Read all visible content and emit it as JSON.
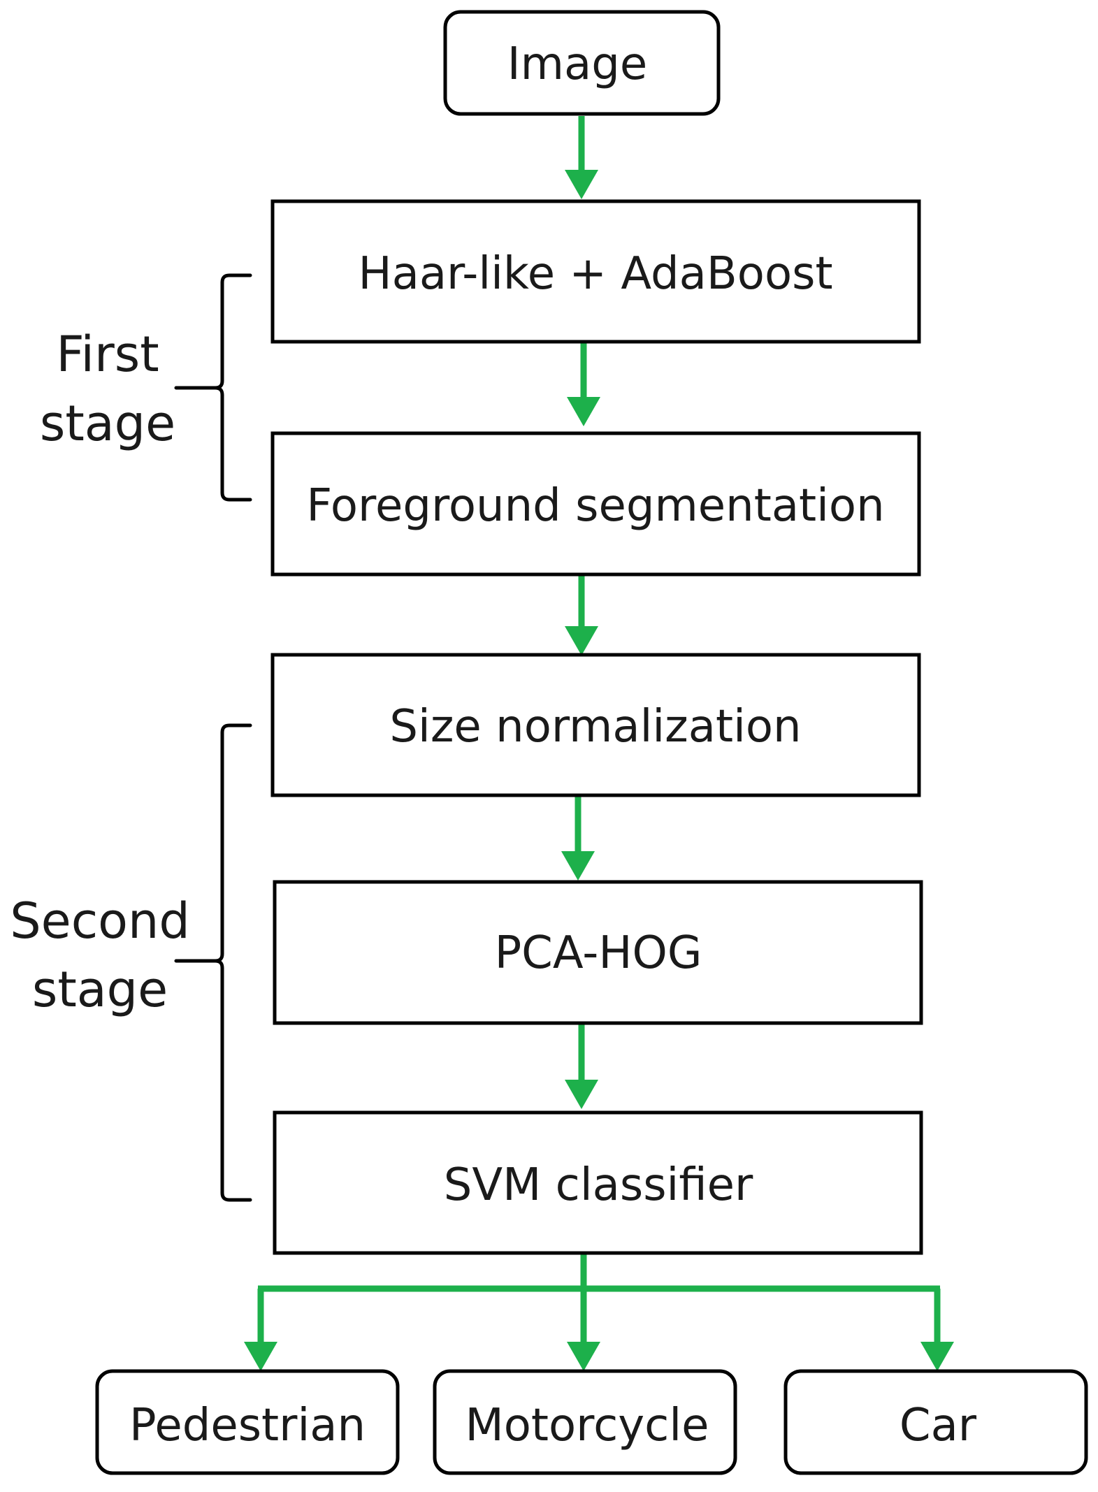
{
  "diagram": {
    "nodes": {
      "image": "Image",
      "haar": "Haar-like + AdaBoost",
      "foreground": "Foreground segmentation",
      "size_norm": "Size normalization",
      "pca_hog": "PCA-HOG",
      "svm": "SVM classifier",
      "pedestrian": "Pedestrian",
      "motorcycle": "Motorcycle",
      "car": "Car"
    },
    "stages": {
      "first": {
        "line1": "First",
        "line2": "stage"
      },
      "second": {
        "line1": "Second",
        "line2": "stage"
      }
    },
    "colors": {
      "arrow": "#1db04b",
      "stroke": "#000000",
      "text": "#1a1a1a"
    }
  }
}
